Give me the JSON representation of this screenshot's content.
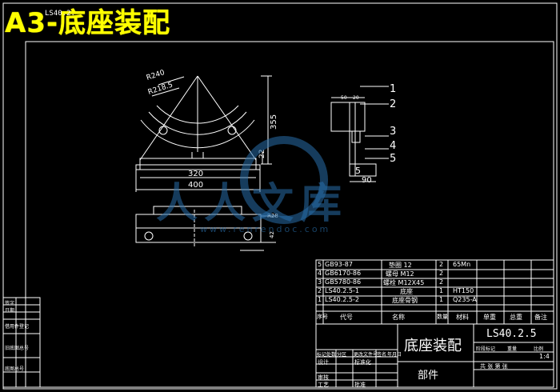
{
  "sheet": {
    "title": "A3-底座装配",
    "drawing_tag": "LS40.2.",
    "watermark_text": "人人文库",
    "watermark_url": "www.renrendoc.com"
  },
  "dimensions": {
    "r_outer": "R240",
    "r_inner": "R218.5",
    "height": "355",
    "step": "22",
    "w1": "320",
    "w2": "400",
    "side_a": "50",
    "side_b": "20",
    "side_c": "90",
    "plan_a": "R28",
    "plan_b": "42"
  },
  "balloons": [
    "1",
    "2",
    "3",
    "4",
    "5"
  ],
  "bom": {
    "rows": [
      {
        "no": "5",
        "code": "GB93-87",
        "name": "垫圈 12",
        "qty": "2",
        "material": "65Mn"
      },
      {
        "no": "4",
        "code": "GB6170-86",
        "name": "螺母 M12",
        "qty": "2",
        "material": ""
      },
      {
        "no": "3",
        "code": "GB5780-86",
        "name": "螺栓 M12X45",
        "qty": "2",
        "material": ""
      },
      {
        "no": "2",
        "code": "LS40.2.5-1",
        "name": "底座",
        "qty": "1",
        "material": "HT150"
      },
      {
        "no": "1",
        "code": "LS40.2.5-2",
        "name": "底座骨钢",
        "qty": "1",
        "material": "Q235-A"
      }
    ],
    "header": [
      "序号",
      "代号",
      "名称",
      "数量",
      "材料",
      "单重",
      "总重",
      "备注"
    ]
  },
  "titleblock": {
    "drawing_name": "底座装配",
    "drawing_no": "LS40.2.5",
    "part_label": "部件",
    "scale": "1:4",
    "stage_label": "阶段标记",
    "weight_label": "重量",
    "scale_label": "比例",
    "sheet_label": "共   张  第   张",
    "rows": [
      "标记",
      "处数",
      "分区",
      "更改文件号",
      "签名",
      "年月日"
    ],
    "roles": [
      "设计",
      "审核",
      "工艺"
    ],
    "std_label": "标准化",
    "approve_label": "批准"
  },
  "leftstrip": {
    "labels": [
      "借用件登记",
      "旧底图总号",
      "底图总号",
      "签字",
      "日期"
    ]
  }
}
